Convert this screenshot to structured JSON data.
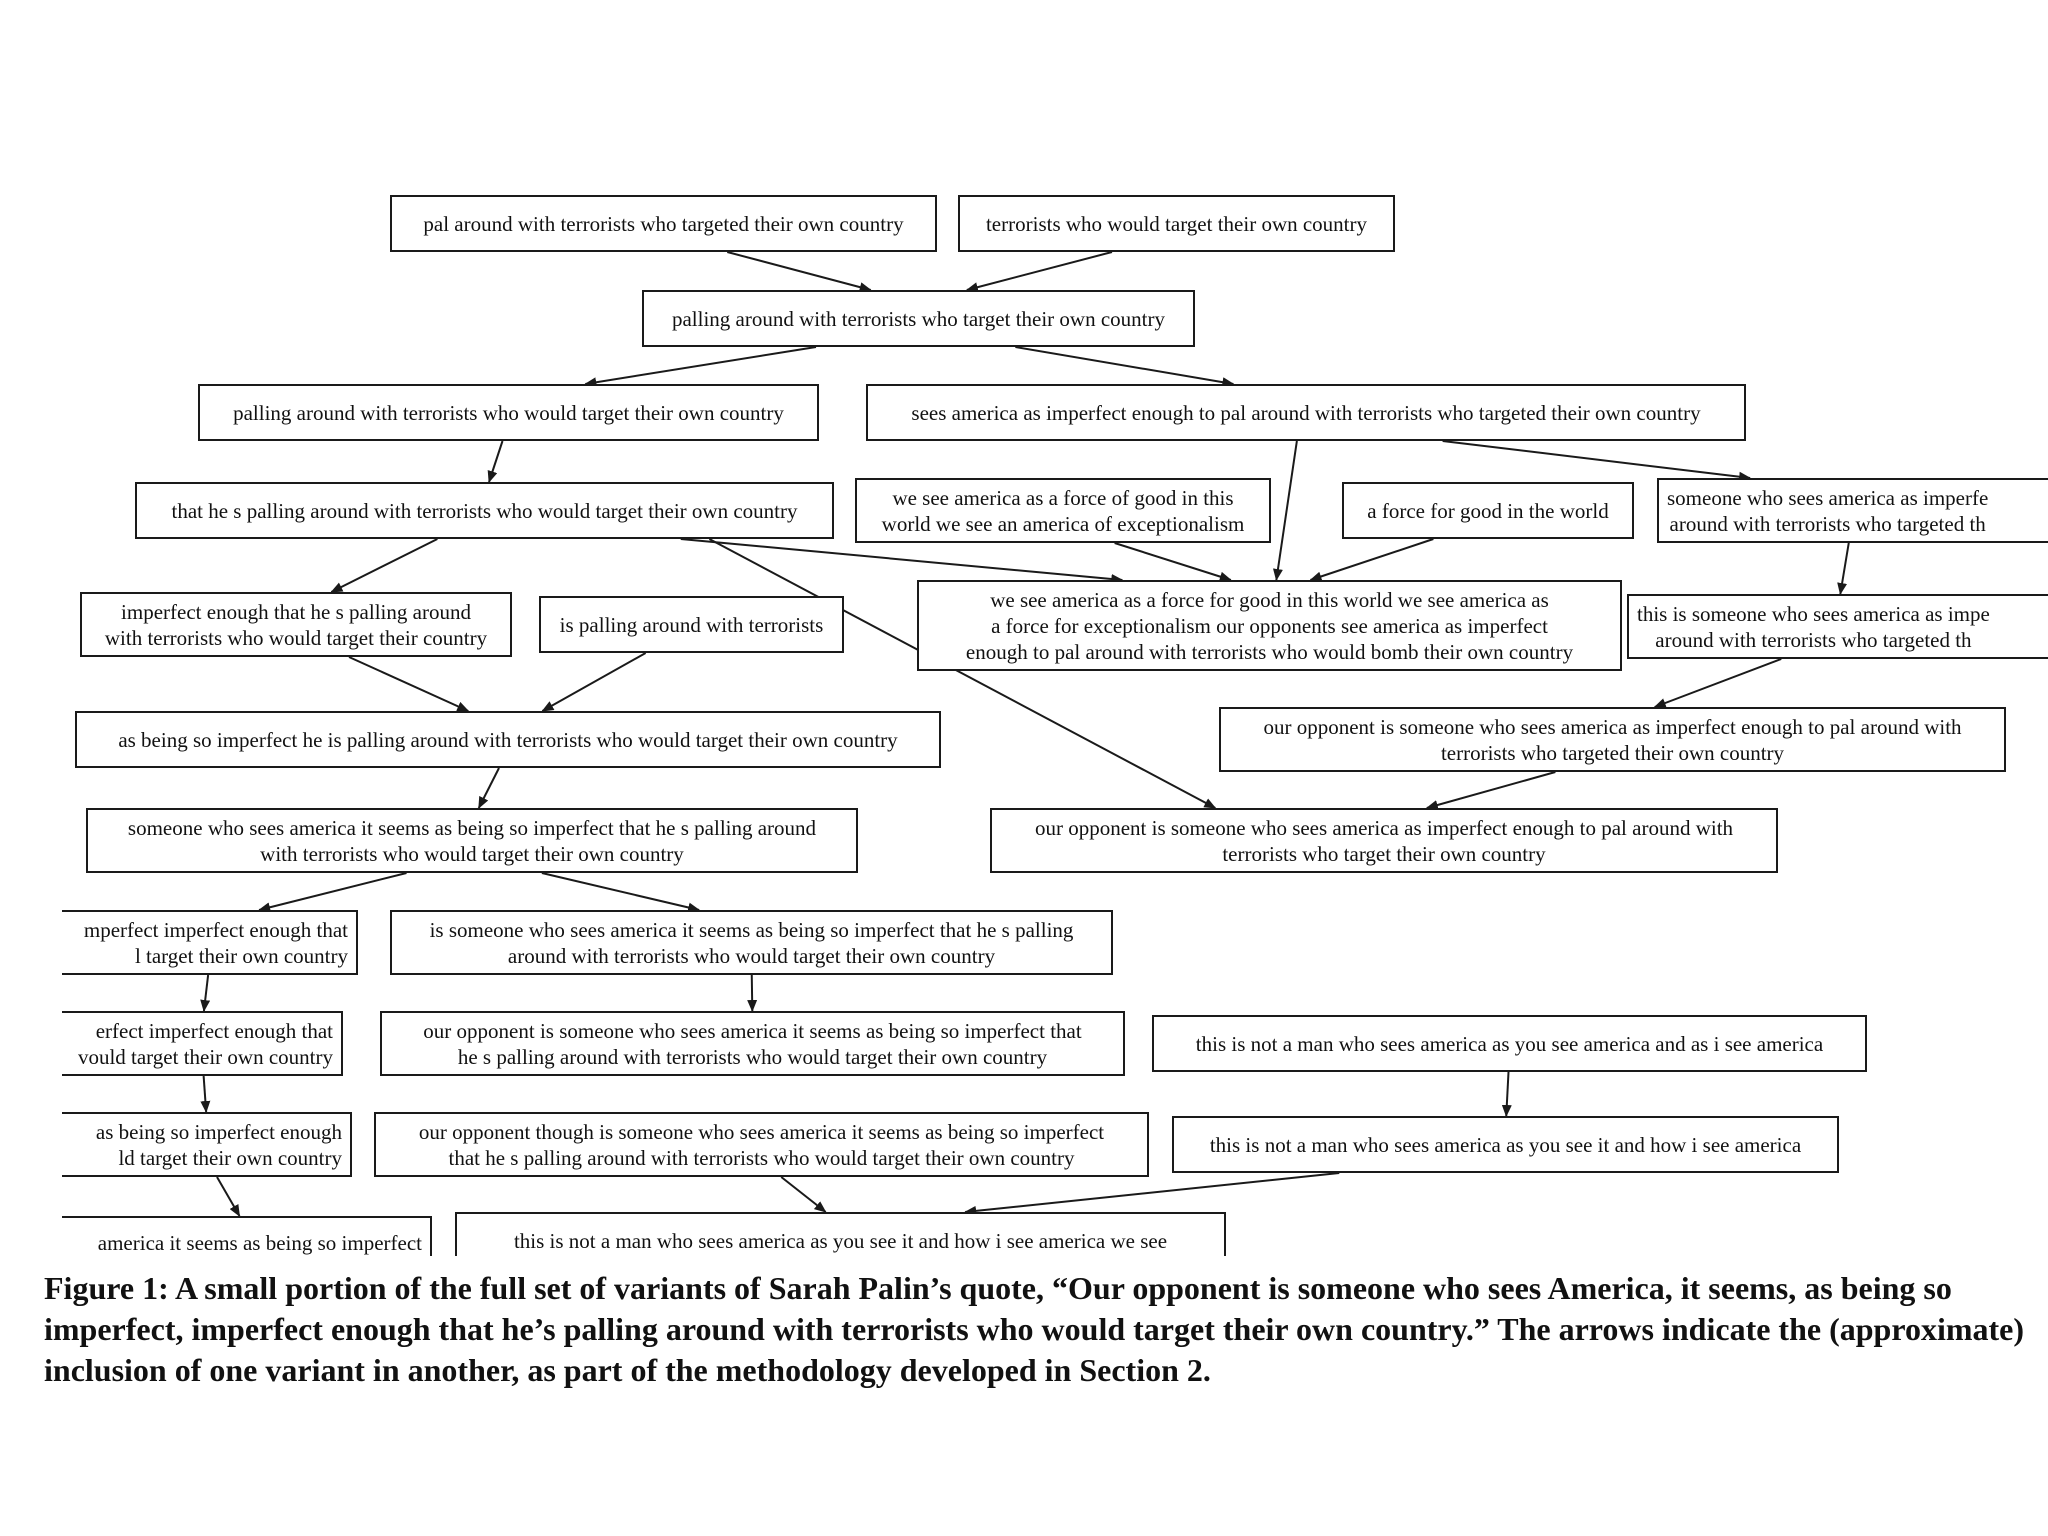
{
  "nodes": [
    {
      "id": "n1",
      "text": "pal around with terrorists who targeted their own country"
    },
    {
      "id": "n2",
      "text": "terrorists who would target their own country"
    },
    {
      "id": "n3",
      "text": "palling around with terrorists who target their own country"
    },
    {
      "id": "n4",
      "text": "palling around with terrorists who would target their own country"
    },
    {
      "id": "n5",
      "text": "sees america as imperfect enough to pal around with terrorists who targeted their own country"
    },
    {
      "id": "n6",
      "text": "that he s palling around with terrorists who would target their own country"
    },
    {
      "id": "n7",
      "text": "we see america as a force of good in this\nworld we see an america of exceptionalism"
    },
    {
      "id": "n8",
      "text": "a force for good in the world"
    },
    {
      "id": "n9",
      "text": "someone who sees america as imperfe\naround with terrorists who targeted th"
    },
    {
      "id": "n10",
      "text": "imperfect enough that he s palling around\nwith terrorists who would target their country"
    },
    {
      "id": "n11",
      "text": "is palling around with terrorists"
    },
    {
      "id": "n12",
      "text": "we see america as a force for good in this world we see america as\na force for exceptionalism our opponents see america as imperfect\nenough to pal around with terrorists who would bomb their own country"
    },
    {
      "id": "n13",
      "text": "this is someone who sees america as impe\naround with terrorists who targeted th"
    },
    {
      "id": "n14",
      "text": "as being so imperfect he is palling around with terrorists who would target their own country"
    },
    {
      "id": "n15",
      "text": "our opponent is someone who sees america as imperfect enough to pal around with\nterrorists who targeted their own country"
    },
    {
      "id": "n16",
      "text": "someone who sees america it seems as being so imperfect that he s palling around\nwith terrorists who would target their own country"
    },
    {
      "id": "n17",
      "text": "our opponent is someone who sees america as imperfect enough to pal around with\nterrorists who target their own country"
    },
    {
      "id": "n18",
      "text": "mperfect imperfect enough that\nl target their own country"
    },
    {
      "id": "n19",
      "text": "is someone who sees america it seems as being so imperfect that he s palling\naround with terrorists who would target their own country"
    },
    {
      "id": "n20",
      "text": "erfect imperfect enough that\nvould target their own country"
    },
    {
      "id": "n21",
      "text": "our opponent is someone who sees america it seems as being so imperfect that\nhe s palling around with terrorists who would target their own country"
    },
    {
      "id": "n22",
      "text": "this is not a man who sees america as you see america and as i see america"
    },
    {
      "id": "n23",
      "text": "as being so imperfect enough\nld target their own country"
    },
    {
      "id": "n24",
      "text": "our opponent though is someone who sees america it seems as being so imperfect\nthat he s palling around with terrorists who would target their own country"
    },
    {
      "id": "n25",
      "text": "this is not a man who sees america as you see it and how i see america"
    },
    {
      "id": "n26",
      "text": "america it seems as being so imperfect"
    },
    {
      "id": "n27",
      "text": "this is not a man who sees america as you see it and how i see america we see"
    }
  ],
  "edges": [
    {
      "from": "n1",
      "to": "n3"
    },
    {
      "from": "n2",
      "to": "n3"
    },
    {
      "from": "n3",
      "to": "n4"
    },
    {
      "from": "n3",
      "to": "n5"
    },
    {
      "from": "n4",
      "to": "n6"
    },
    {
      "from": "n5",
      "to": "n12"
    },
    {
      "from": "n5",
      "to": "n9"
    },
    {
      "from": "n6",
      "to": "n10"
    },
    {
      "from": "n6",
      "to": "n12"
    },
    {
      "from": "n6",
      "to": "n17"
    },
    {
      "from": "n7",
      "to": "n12"
    },
    {
      "from": "n8",
      "to": "n12"
    },
    {
      "from": "n9",
      "to": "n13"
    },
    {
      "from": "n10",
      "to": "n14"
    },
    {
      "from": "n11",
      "to": "n14"
    },
    {
      "from": "n13",
      "to": "n15"
    },
    {
      "from": "n14",
      "to": "n16"
    },
    {
      "from": "n15",
      "to": "n17"
    },
    {
      "from": "n16",
      "to": "n18"
    },
    {
      "from": "n16",
      "to": "n19"
    },
    {
      "from": "n18",
      "to": "n20"
    },
    {
      "from": "n19",
      "to": "n21"
    },
    {
      "from": "n20",
      "to": "n23"
    },
    {
      "from": "n22",
      "to": "n25"
    },
    {
      "from": "n23",
      "to": "n26"
    },
    {
      "from": "n24",
      "to": "n27"
    },
    {
      "from": "n25",
      "to": "n27"
    }
  ],
  "caption": "Figure 1:  A small portion of the full set of variants of Sarah Palin’s quote, “Our opponent is someone who sees America, it seems, as being so imperfect, imperfect enough that he’s palling around with terrorists who would target their own country.”  The arrows indicate the (approximate) inclusion of one variant in another, as part of the methodology developed in Section 2."
}
